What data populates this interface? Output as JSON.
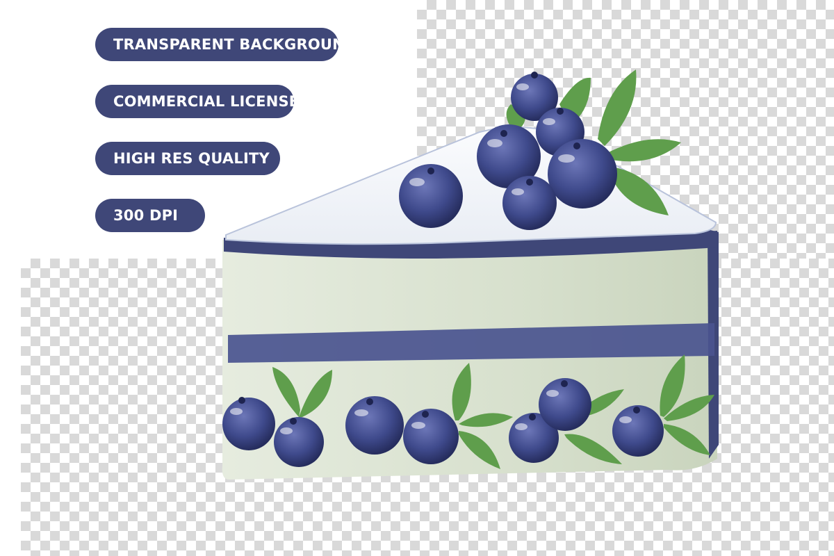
{
  "badges": [
    {
      "label": "TRANSPARENT BACKGROUND"
    },
    {
      "label": "COMMERCIAL LICENSE"
    },
    {
      "label": "HIGH RES QUALITY"
    },
    {
      "label": "300 DPI"
    }
  ],
  "illustration": {
    "subject": "watercolor-blueberry-cake-slice-icon",
    "colors": {
      "accent": "#3f4778",
      "cream": "#f2f4f8",
      "sponge": "#dfe6d8",
      "blueberry": "#3f4a8c",
      "leaf": "#5f9e4c"
    }
  }
}
